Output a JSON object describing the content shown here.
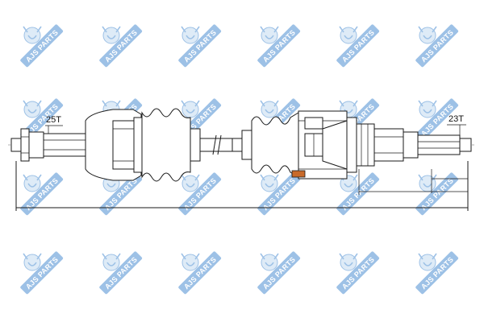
{
  "watermark": {
    "text": "AJS PARTS",
    "color": "#d9e8f6",
    "accent": "#8db7e2"
  },
  "drawing": {
    "left_spline_label": "25T",
    "right_spline_label": "23T",
    "line_color": "#1a1a1a",
    "boot_fill": "#ffffff",
    "seal_color": "#c86a2a"
  }
}
